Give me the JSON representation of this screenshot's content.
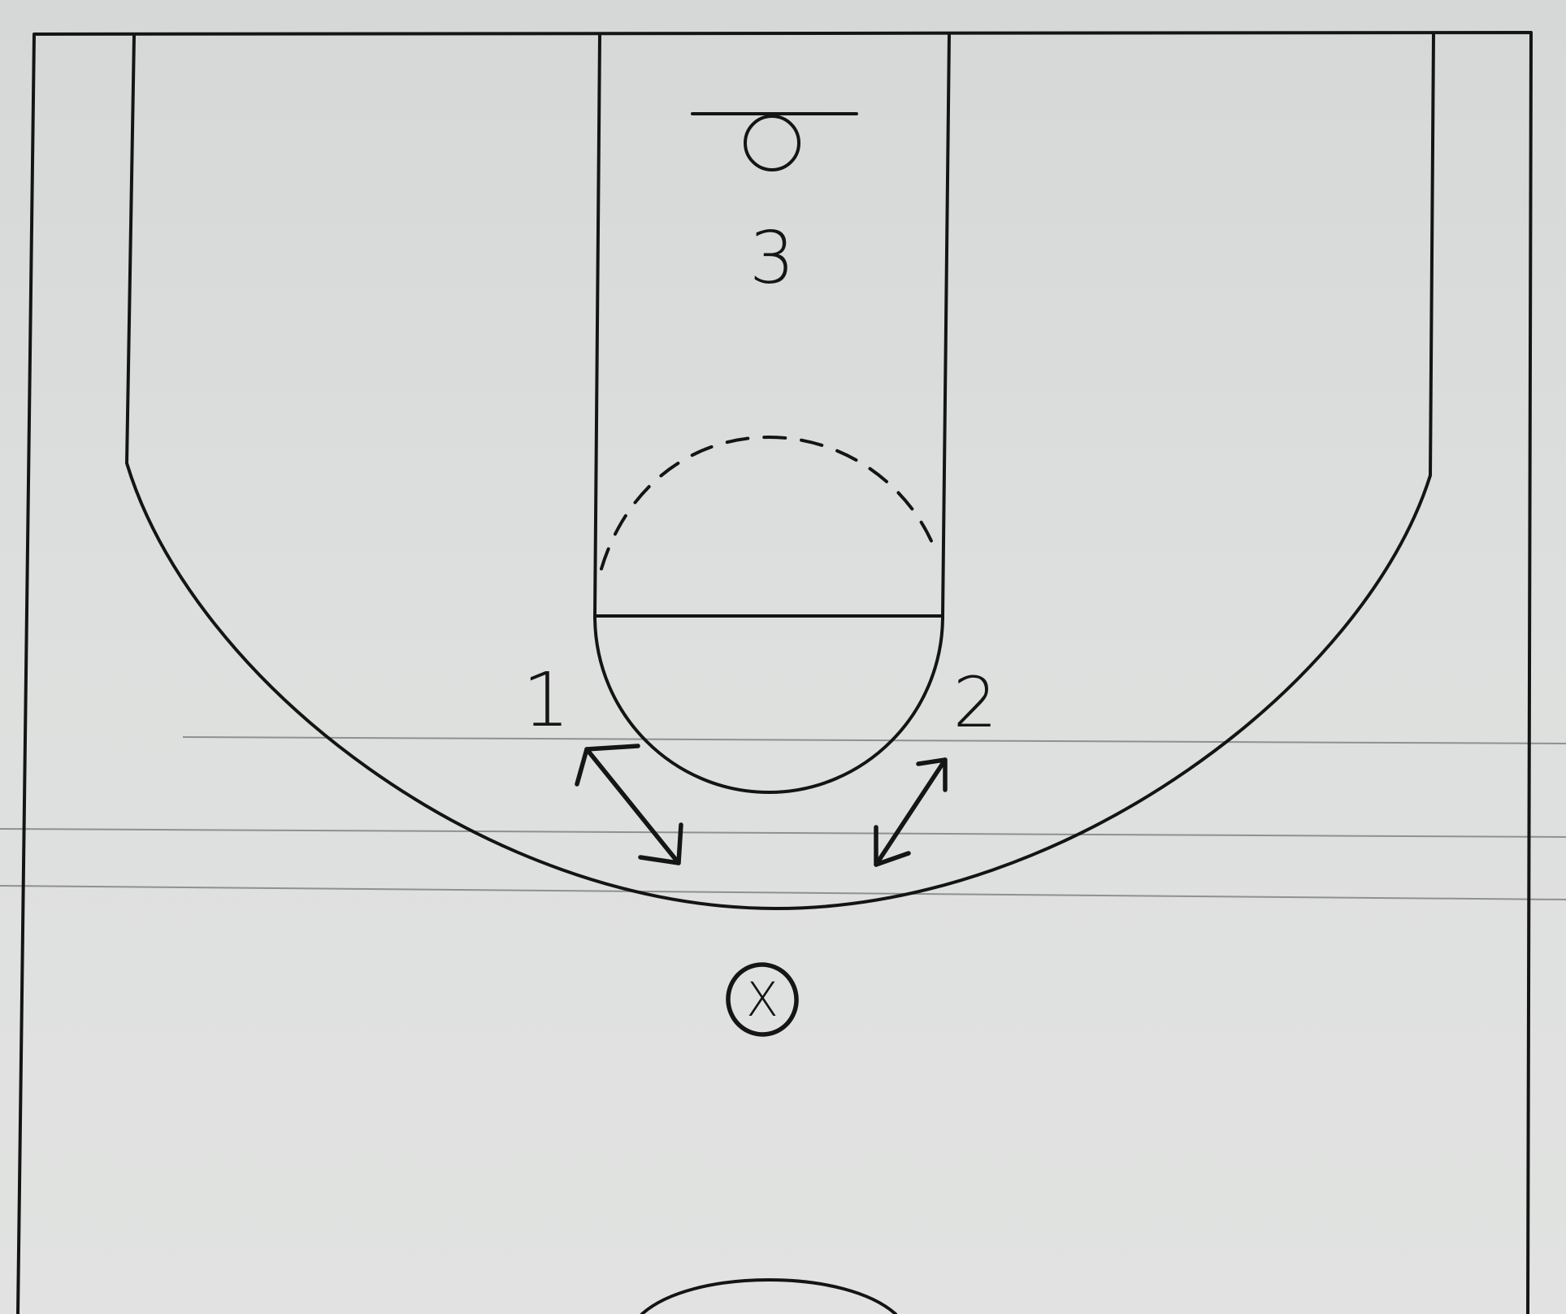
{
  "players": {
    "p3": "3",
    "p1": "1",
    "p2": "2",
    "x": "X"
  },
  "colors": {
    "paper": "#dcdedd",
    "ink": "#151515",
    "ruled_line": "#8e9192"
  },
  "marks": {
    "double_arrow_left": "double-arrow-icon",
    "double_arrow_right": "double-arrow-icon",
    "circle_around_x": "circle-icon"
  }
}
